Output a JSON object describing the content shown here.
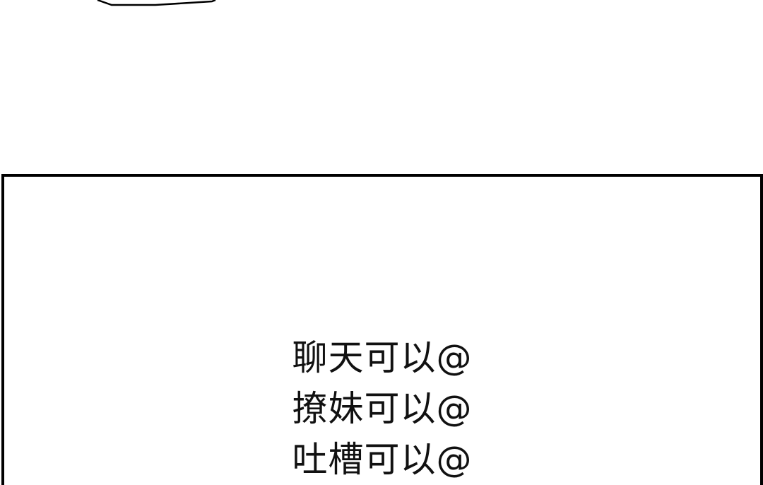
{
  "comic": {
    "caption_lines": [
      "聊天可以@",
      "撩妹可以@",
      "吐槽可以@"
    ]
  },
  "colors": {
    "background": "#ffffff",
    "border": "#000000",
    "text": "#111111"
  }
}
